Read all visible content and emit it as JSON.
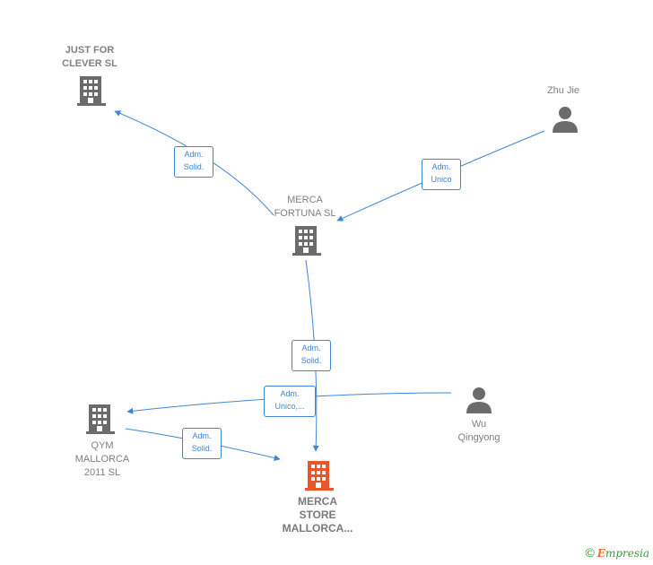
{
  "nodes": {
    "just_for_clever": {
      "lines": [
        "JUST FOR",
        "CLEVER  SL"
      ],
      "kind": "company"
    },
    "zhu_jie": {
      "lines": [
        "Zhu Jie"
      ],
      "kind": "person"
    },
    "merca_fortuna": {
      "lines": [
        "MERCA",
        "FORTUNA SL"
      ],
      "kind": "company"
    },
    "qym_mallorca": {
      "lines": [
        "QYM",
        "MALLORCA",
        "2011 SL"
      ],
      "kind": "company"
    },
    "wu_qingyong": {
      "lines": [
        "Wu",
        "Qingyong"
      ],
      "kind": "person"
    },
    "merca_store": {
      "lines": [
        "MERCA",
        "STORE",
        "MALLORCA..."
      ],
      "kind": "company-main"
    }
  },
  "edges": {
    "fortuna_to_justfor": [
      "Adm.",
      "Solid."
    ],
    "zhujie_to_fortuna": [
      "Adm.",
      "Unico"
    ],
    "fortuna_to_store": [
      "Adm.",
      "Solid."
    ],
    "wu_to_qym": [
      "Adm.",
      "Unico,..."
    ],
    "qym_to_store": [
      "Adm.",
      "Solid."
    ]
  },
  "colors": {
    "edge": "#3f86d6",
    "node_gray": "#6b6b6b",
    "node_main": "#e8572a",
    "label_gray": "#808080"
  },
  "brand": {
    "symbol": "©",
    "first": "E",
    "rest": "mpresia"
  }
}
